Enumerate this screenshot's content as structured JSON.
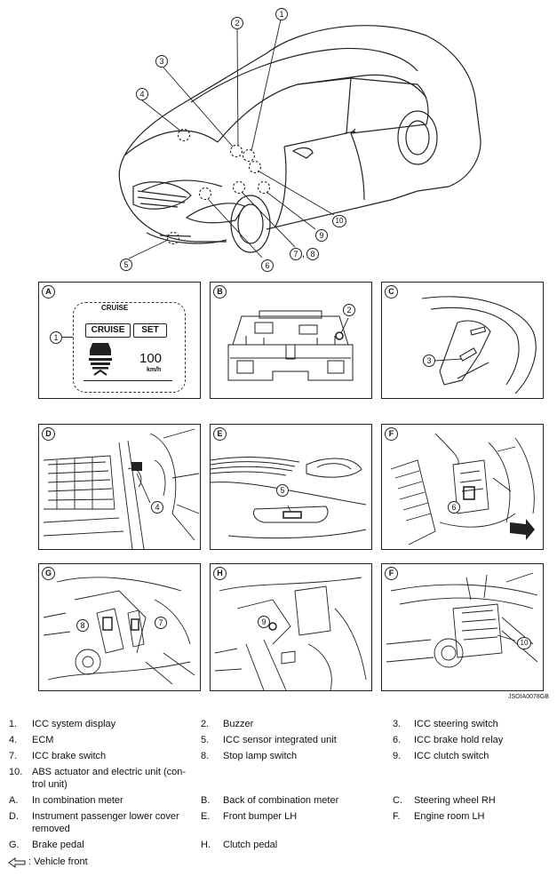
{
  "main_callouts": [
    "1",
    "2",
    "3",
    "4",
    "5",
    "6",
    "7",
    "8",
    "9",
    "10"
  ],
  "panels": [
    {
      "tag": "A",
      "callouts": [
        "1"
      ]
    },
    {
      "tag": "B",
      "callouts": [
        "2"
      ]
    },
    {
      "tag": "C",
      "callouts": [
        "3"
      ]
    },
    {
      "tag": "D",
      "callouts": [
        "4"
      ]
    },
    {
      "tag": "E",
      "callouts": [
        "5"
      ]
    },
    {
      "tag": "F",
      "callouts": [
        "6"
      ]
    },
    {
      "tag": "G",
      "callouts": [
        "8",
        "7"
      ]
    },
    {
      "tag": "H",
      "callouts": [
        "9"
      ]
    },
    {
      "tag": "F",
      "callouts": [
        "10"
      ]
    }
  ],
  "display": {
    "cruise": "CRUISE",
    "cruise_btn": "CRUISE",
    "set_btn": "SET",
    "speed": "100",
    "unit": "km/h"
  },
  "image_code": "JSOIA0078GB",
  "legend": {
    "numbered": [
      {
        "n": "1.",
        "t": "ICC system display"
      },
      {
        "n": "2.",
        "t": "Buzzer"
      },
      {
        "n": "3.",
        "t": "ICC steering switch"
      },
      {
        "n": "4.",
        "t": "ECM"
      },
      {
        "n": "5.",
        "t": "ICC sensor integrated unit"
      },
      {
        "n": "6.",
        "t": "ICC brake hold relay"
      },
      {
        "n": "7.",
        "t": "ICC brake switch"
      },
      {
        "n": "8.",
        "t": "Stop lamp switch"
      },
      {
        "n": "9.",
        "t": "ICC clutch switch"
      },
      {
        "n": "10.",
        "t": "ABS actuator and electric unit (con-"
      },
      {
        "n": "",
        "t": "trol unit)"
      }
    ],
    "lettered": [
      {
        "n": "A.",
        "t": "In combination meter"
      },
      {
        "n": "B.",
        "t": "Back of combination meter"
      },
      {
        "n": "C.",
        "t": "Steering wheel RH"
      },
      {
        "n": "D.",
        "t": "Instrument passenger lower cover"
      },
      {
        "n": "",
        "t": "removed"
      },
      {
        "n": "E.",
        "t": "Front bumper LH"
      },
      {
        "n": "F.",
        "t": "Engine room LH"
      },
      {
        "n": "G.",
        "t": "Brake pedal"
      },
      {
        "n": "H.",
        "t": "Clutch pedal"
      }
    ],
    "front_note": ": Vehicle front"
  }
}
